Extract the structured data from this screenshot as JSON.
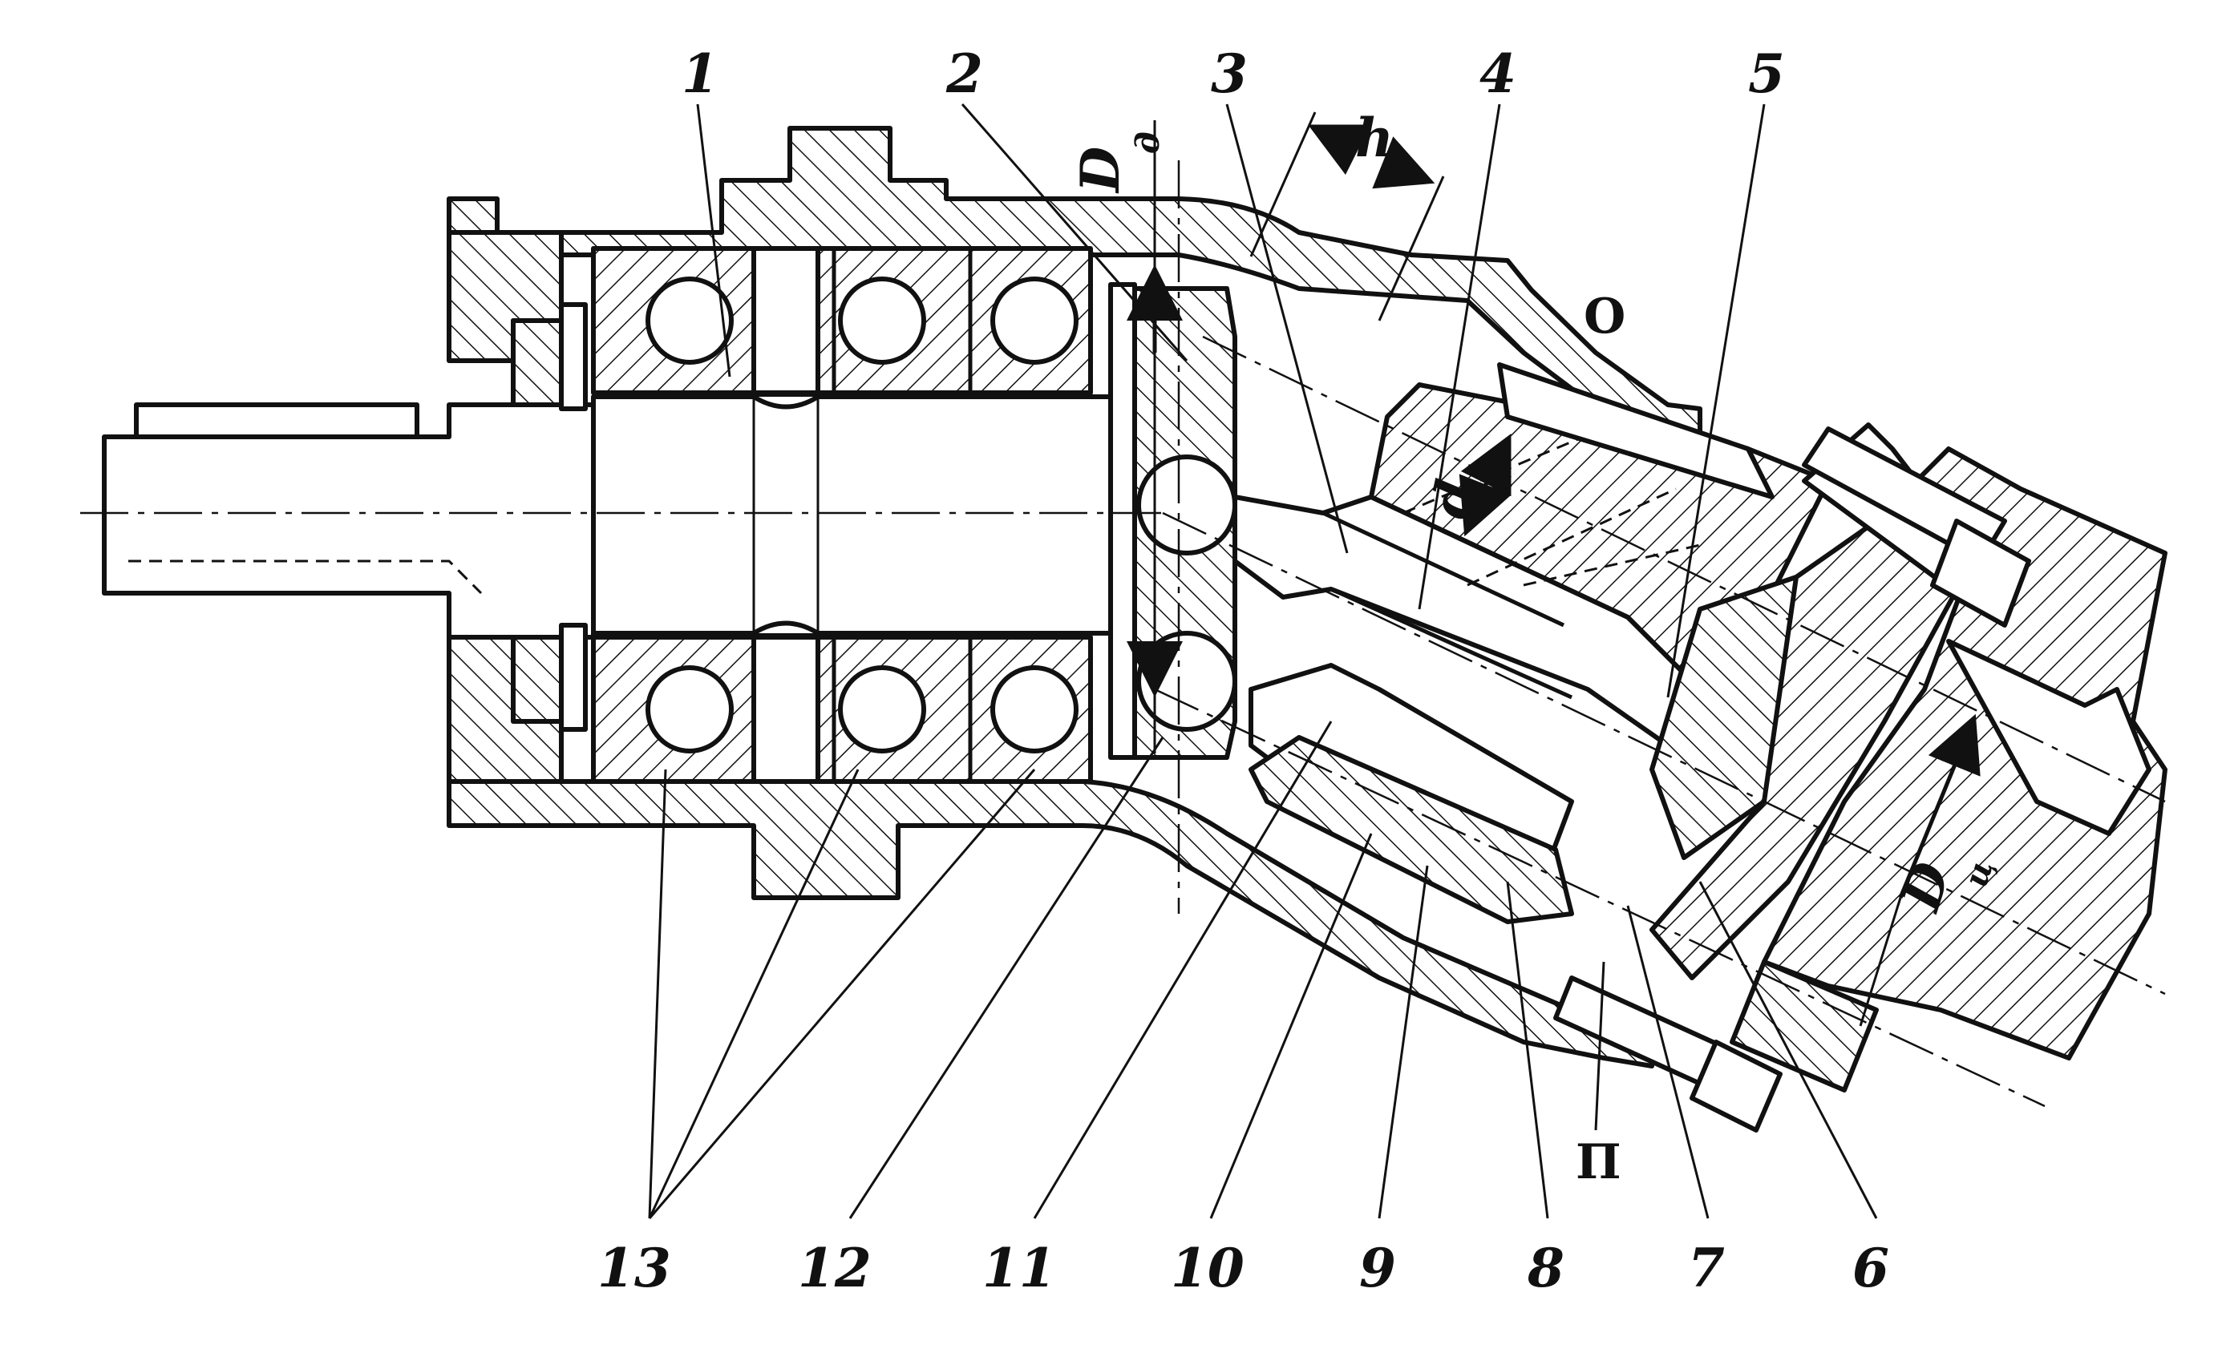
{
  "labels": {
    "l1": "1",
    "l2": "2",
    "l3": "3",
    "l4": "4",
    "l5": "5",
    "l6": "6",
    "l7": "7",
    "l8": "8",
    "l9": "9",
    "l10": "10",
    "l11": "11",
    "l12": "12",
    "l13": "13"
  },
  "letters": {
    "o": "О",
    "p": "П"
  },
  "dimensions": {
    "h": "h",
    "dd_main": "D",
    "dd_sub": "д",
    "dp_main": "d",
    "dp_sub": "п",
    "dc_main": "D",
    "dc_sub": "ц"
  }
}
